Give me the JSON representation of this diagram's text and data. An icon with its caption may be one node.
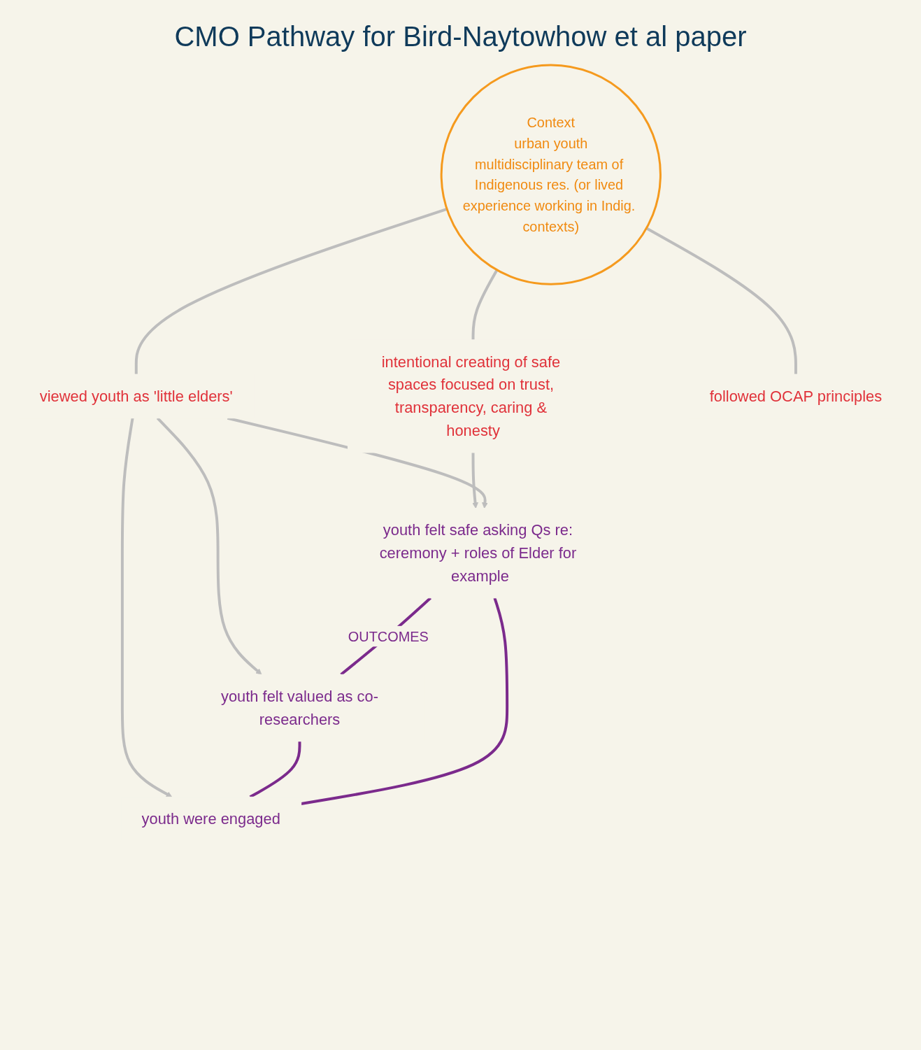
{
  "diagram": {
    "title": "CMO Pathway for Bird-Naytowhow et al paper",
    "nodes": [
      {
        "text": [
          "youth felt safe asking Qs re: ceremony + roles of Elder for example"
        ]
      },
      {
        "text": [
          "intentional creating of safe spaces focused on trust, transparency, caring & honesty"
        ]
      },
      {
        "text": [
          "Context",
          "urban youth",
          "multidisciplinary team of Indigenous res. (or lived experience working in Indig. contexts)"
        ]
      },
      {
        "text": [
          "viewed youth as 'little elders'"
        ]
      },
      {
        "text": [
          "followed OCAP principles"
        ]
      },
      {
        "text": [
          "youth felt valued as co-researchers"
        ]
      },
      {
        "text": [
          "youth were engaged"
        ]
      }
    ],
    "edges": [
      {
        "from": 2,
        "to": 1,
        "arrow": "none"
      },
      {
        "from": 1,
        "to": 0,
        "arrow": "to"
      },
      {
        "from": 2,
        "to": 3,
        "arrow": "none"
      },
      {
        "from": 3,
        "to": 0,
        "arrow": "to"
      },
      {
        "from": 3,
        "to": 5,
        "arrow": "to"
      },
      {
        "from": 3,
        "to": 6,
        "arrow": "to"
      },
      {
        "from": 2,
        "to": 4,
        "arrow": "none"
      },
      {
        "from": 0,
        "to": 5,
        "arrow": "none",
        "label": "OUTCOMES",
        "color": "#7b2a8c"
      },
      {
        "from": 5,
        "to": 6,
        "arrow": "none",
        "color": "#7b2a8c"
      },
      {
        "from": 0,
        "to": 6,
        "arrow": "none",
        "color": "#7b2a8c"
      }
    ]
  }
}
